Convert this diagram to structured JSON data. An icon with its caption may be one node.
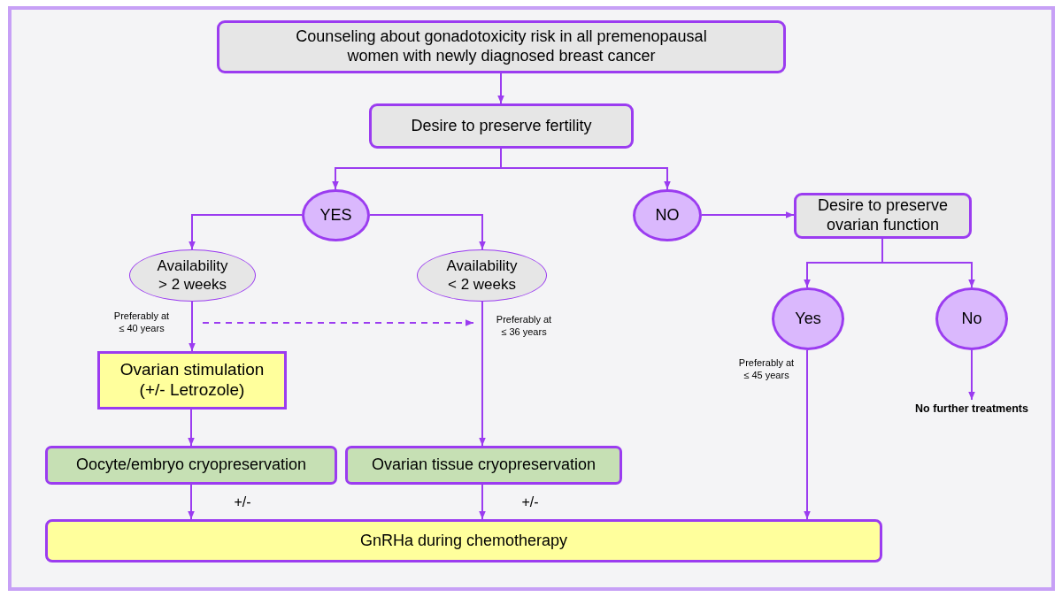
{
  "diagram": {
    "nodes": [
      {
        "text": [
          "Counseling about gonadotoxicity risk in all premenopausal women with newly diagnosed breast cancer"
        ]
      },
      {
        "text": [
          "Desire to preserve fertility"
        ]
      },
      {
        "text": [
          "YES"
        ]
      },
      {
        "text": [
          "NO"
        ]
      },
      {
        "text": [
          "Desire to preserve ovarian function"
        ]
      },
      {
        "text": [
          "Availability > 2 weeks"
        ]
      },
      {
        "text": [
          "Availability < 2 weeks"
        ]
      },
      {
        "text": [
          "Yes"
        ]
      },
      {
        "text": [
          "No"
        ]
      },
      {
        "text": [
          "Ovarian stimulation (+/- Letrozole)"
        ]
      },
      {
        "text": [
          "No further treatments"
        ]
      },
      {
        "text": [
          "Oocyte/embryo cryopreservation"
        ]
      },
      {
        "text": [
          "Ovarian tissue cryopreservation"
        ]
      },
      {
        "text": [
          "GnRHa during chemotherapy"
        ]
      }
    ],
    "edges": [
      {
        "from": 0,
        "to": 1,
        "arrow": "to"
      },
      {
        "from": 1,
        "to": 2,
        "arrow": "to"
      },
      {
        "from": 1,
        "to": 3,
        "arrow": "to"
      },
      {
        "from": 2,
        "to": 5,
        "arrow": "to"
      },
      {
        "from": 2,
        "to": 6,
        "arrow": "to"
      },
      {
        "from": 3,
        "to": 4,
        "arrow": "to"
      },
      {
        "from": 4,
        "to": 7,
        "arrow": "to"
      },
      {
        "from": 4,
        "to": 8,
        "arrow": "to"
      },
      {
        "from": 5,
        "to": 9,
        "arrow": "to",
        "label": "Preferably at ≤ 40 years"
      },
      {
        "from": 6,
        "to": 12,
        "arrow": "to",
        "label": "Preferably at ≤ 36 years"
      },
      {
        "from": 7,
        "to": 13,
        "arrow": "to",
        "label": "Preferably at ≤ 45 years"
      },
      {
        "from": 8,
        "to": 10,
        "arrow": "to"
      },
      {
        "from": 9,
        "to": 11,
        "arrow": "to"
      },
      {
        "from": 11,
        "to": 13,
        "arrow": "to",
        "label": "+/-"
      },
      {
        "from": 12,
        "to": 13,
        "arrow": "to",
        "label": "+/-"
      }
    ]
  }
}
